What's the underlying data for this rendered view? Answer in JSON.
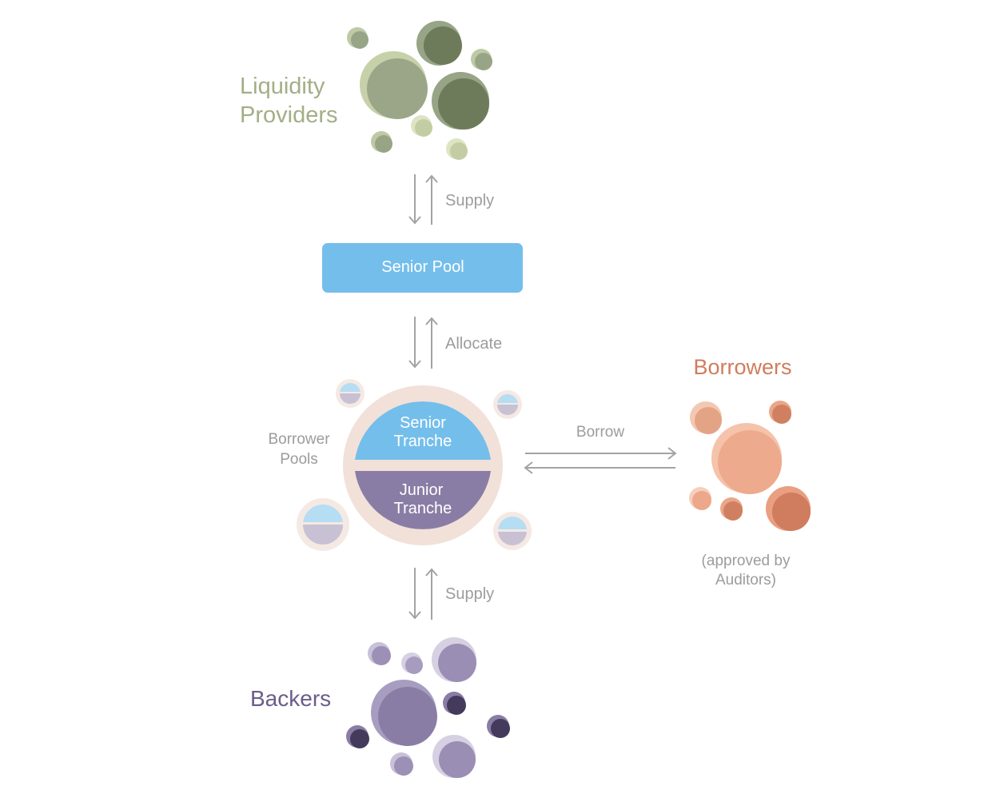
{
  "groups": {
    "liquidity_providers": {
      "line1": "Liquidity",
      "line2": "Providers",
      "color": "#A3AE86"
    },
    "borrowers": {
      "title": "Borrowers",
      "note_line1": "(approved by",
      "note_line2": "Auditors)",
      "color": "#CF7D5E"
    },
    "backers": {
      "title": "Backers",
      "color": "#6B5C8A"
    },
    "borrower_pools": {
      "line1": "Borrower",
      "line2": "Pools"
    }
  },
  "senior_pool": {
    "label": "Senior Pool",
    "color": "#74BEEB"
  },
  "tranches": {
    "senior_line1": "Senior",
    "senior_line2": "Tranche",
    "junior_line1": "Junior",
    "junior_line2": "Tranche",
    "senior_color": "#74BEEB",
    "junior_color": "#8A7DA5",
    "ring_color": "#F2E1D9"
  },
  "flows": {
    "top_supply": "Supply",
    "allocate": "Allocate",
    "borrow": "Borrow",
    "bottom_supply": "Supply"
  }
}
